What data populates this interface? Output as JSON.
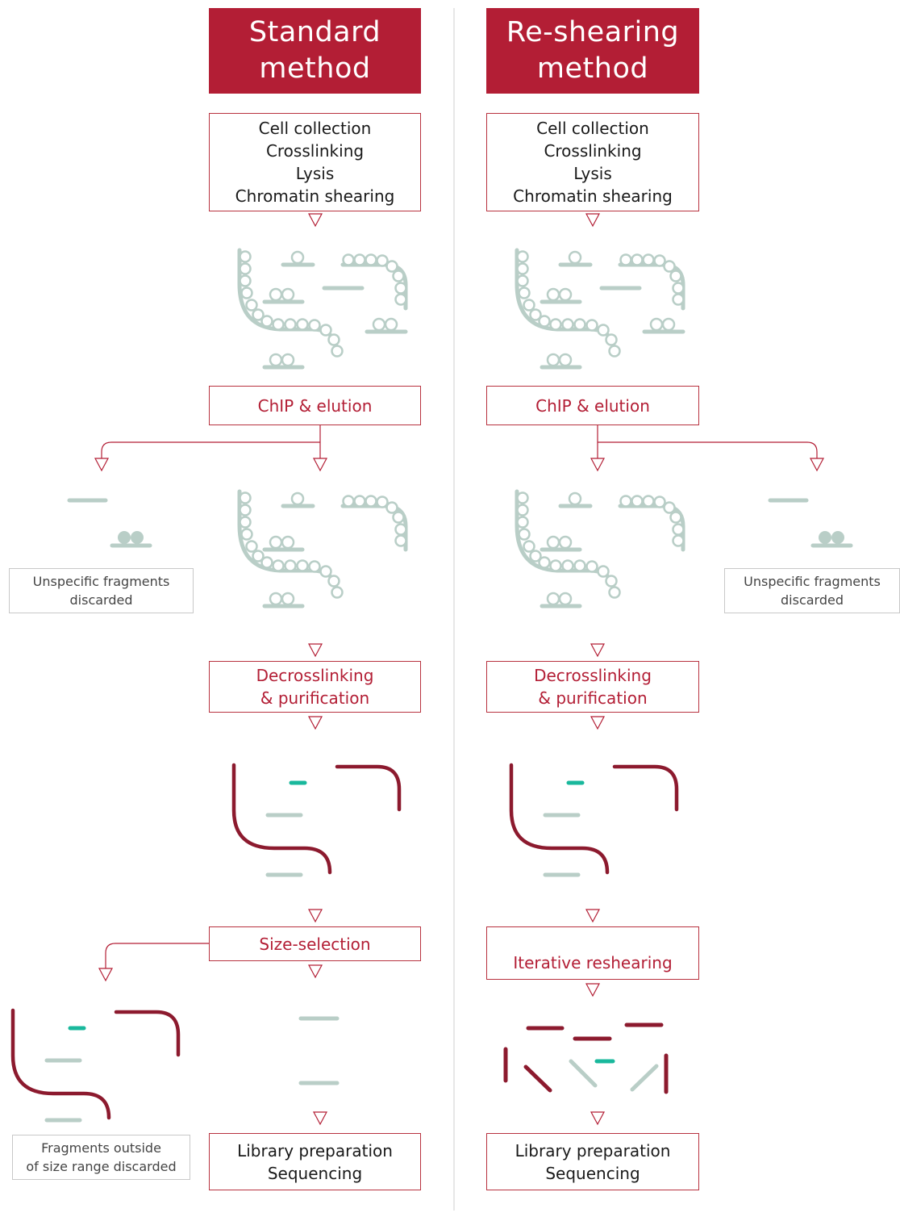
{
  "left": {
    "header": [
      "Standard",
      "method"
    ],
    "step1": [
      "Cell collection",
      "Crosslinking",
      "Lysis",
      "Chromatin shearing"
    ],
    "chip": "ChIP & elution",
    "discard_note": [
      "Unspecific fragments",
      "discarded"
    ],
    "decross": [
      "Decrosslinking",
      "& purification"
    ],
    "size_selection": "Size-selection",
    "size_note": [
      "Fragments outside",
      "of size range discarded"
    ],
    "final": [
      "Library preparation",
      "Sequencing"
    ]
  },
  "right": {
    "header": [
      "Re-shearing",
      "method"
    ],
    "step1": [
      "Cell collection",
      "Crosslinking",
      "Lysis",
      "Chromatin shearing"
    ],
    "chip": "ChIP & elution",
    "discard_note": [
      "Unspecific fragments",
      "discarded"
    ],
    "decross": [
      "Decrosslinking",
      "& purification"
    ],
    "reshearing": "Iterative reshearing",
    "final": [
      "Library preparation",
      "Sequencing"
    ]
  },
  "colors": {
    "brand_red": "#b31e35",
    "dna_dark_red": "#8c1a2e",
    "chromatin_gray_green": "#b9cec7",
    "target_teal": "#19b89c",
    "divider": "#cfcfcf"
  }
}
